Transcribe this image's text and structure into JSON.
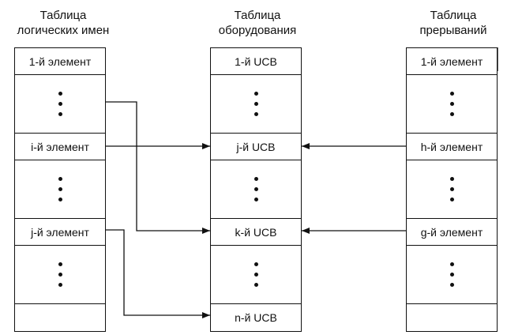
{
  "columns": {
    "left": {
      "title_line1": "Таблица",
      "title_line2": "логических имен",
      "rows": [
        "1-й элемент",
        "i-й элемент",
        "j-й элемент"
      ]
    },
    "middle": {
      "title_line1": "Таблица",
      "title_line2": "оборудования",
      "rows": [
        "1-й UCB",
        "j-й UCB",
        "k-й UCB",
        "n-й UCB"
      ]
    },
    "right": {
      "title_line1": "Таблица",
      "title_line2": "прерываний",
      "rows": [
        "1-й элемент",
        "h-й элемент",
        "g-й элемент"
      ]
    }
  },
  "colors": {
    "line": "#111111",
    "background": "#ffffff"
  }
}
